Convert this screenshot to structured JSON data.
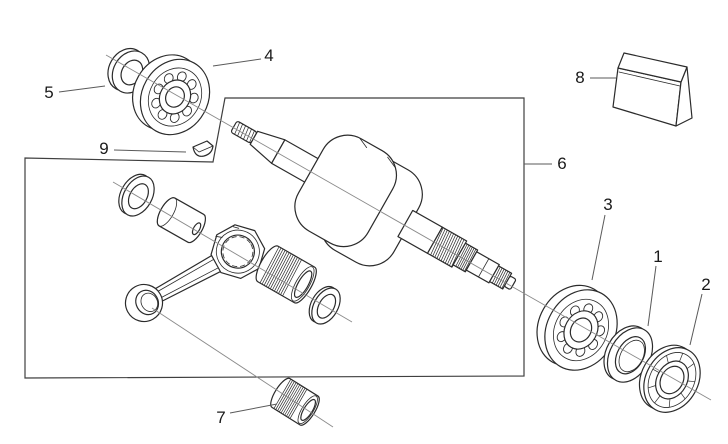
{
  "diagram": {
    "kind": "exploded-parts-diagram",
    "colors": {
      "background": "#ffffff",
      "line": "#2b2b2b",
      "box": "#3f3f3f",
      "leader": "#5a5a5a",
      "centerline": "#8a8a8a",
      "label": "#1a1a1a"
    },
    "callouts": [
      {
        "number": "1"
      },
      {
        "number": "2"
      },
      {
        "number": "3"
      },
      {
        "number": "4"
      },
      {
        "number": "5"
      },
      {
        "number": "6"
      },
      {
        "number": "7"
      },
      {
        "number": "8"
      },
      {
        "number": "9"
      }
    ]
  }
}
